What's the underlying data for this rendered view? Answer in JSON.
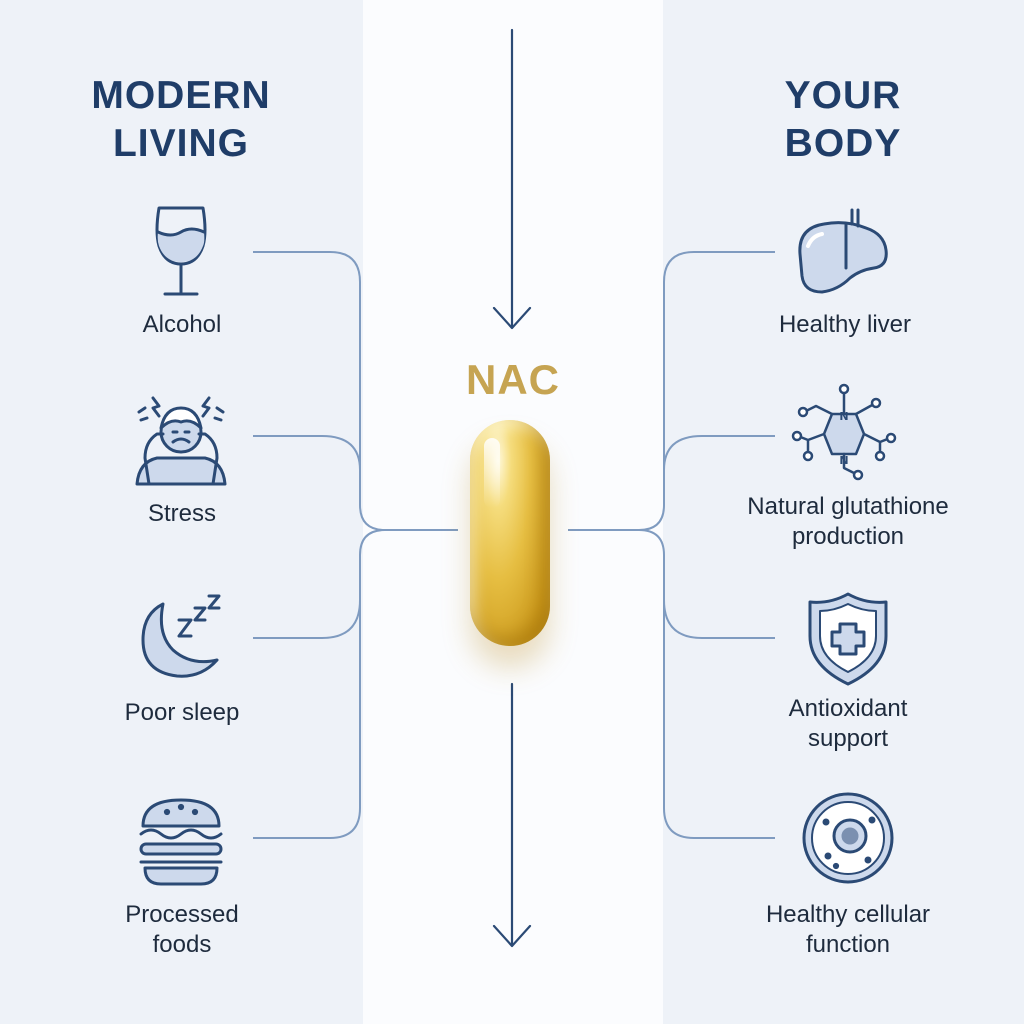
{
  "left_column": {
    "heading": [
      "MODERN",
      "LIVING"
    ],
    "items": [
      {
        "label": [
          "Alcohol"
        ],
        "icon": "wine-glass-icon"
      },
      {
        "label": [
          "Stress"
        ],
        "icon": "stressed-person-icon"
      },
      {
        "label": [
          "Poor sleep"
        ],
        "icon": "moon-sleep-icon"
      },
      {
        "label": [
          "Processed",
          "foods"
        ],
        "icon": "burger-icon"
      }
    ]
  },
  "center": {
    "title": "NAC",
    "icon": "capsule-icon"
  },
  "right_column": {
    "heading": [
      "YOUR",
      "BODY"
    ],
    "items": [
      {
        "label": [
          "Healthy liver"
        ],
        "icon": "liver-icon"
      },
      {
        "label": [
          "Natural glutathione",
          "production"
        ],
        "icon": "molecule-icon"
      },
      {
        "label": [
          "Antioxidant",
          "support"
        ],
        "icon": "shield-plus-icon"
      },
      {
        "label": [
          "Healthy cellular",
          "function"
        ],
        "icon": "cell-icon"
      }
    ]
  },
  "colors": {
    "heading": "#1f3d68",
    "icon_stroke": "#2b4a75",
    "icon_fill": "#cdd9ec",
    "connector": "#7f9bc0",
    "arrow": "#2b4a75",
    "nac_gold": "#c6a452",
    "side_panel": "#eef2f8",
    "center_panel": "#fbfcfe"
  }
}
